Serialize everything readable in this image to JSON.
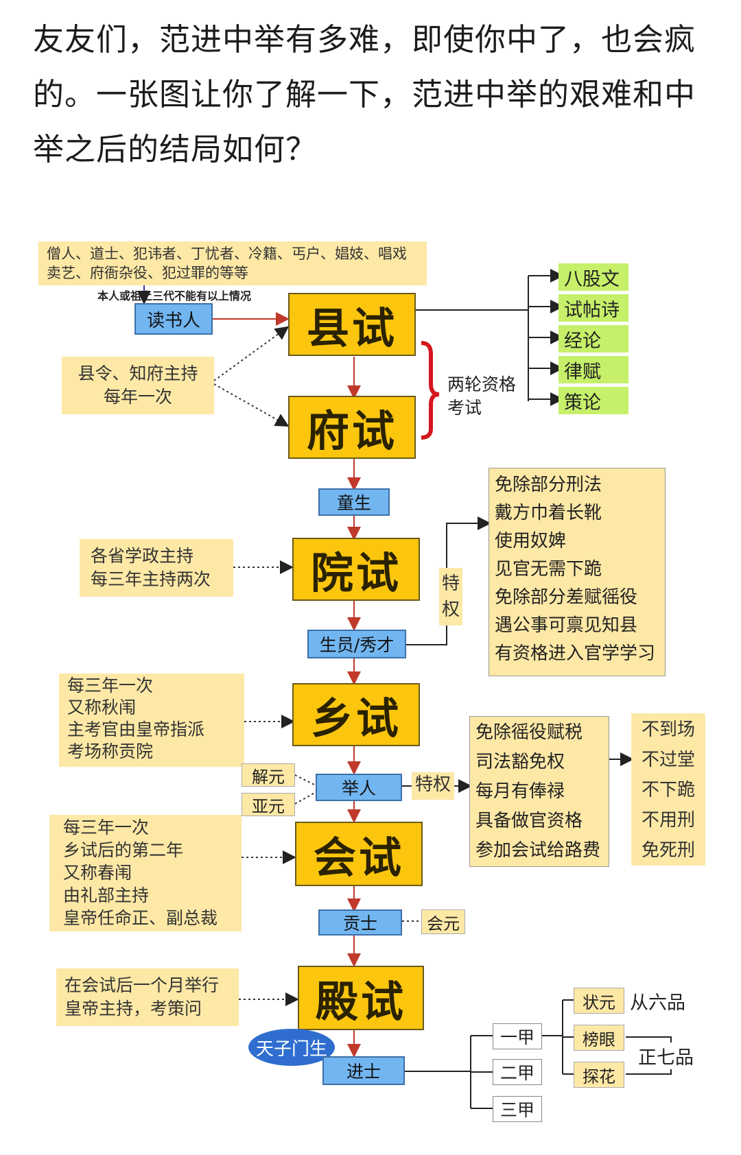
{
  "intro_text": "友友们，范进中举有多难，即使你中了，也会疯的。一张图让你了解一下，范进中举的艰难和中举之后的结局如何？",
  "diagram": {
    "excluded_note": [
      "僧人、道士、犯讳者、丁忧者、冷籍、丐户、娼妓、唱戏",
      "卖艺、府衙杂役、犯过罪的等等"
    ],
    "excluded_caption": "本人或祖上三代不能有以上情况",
    "scholar": "读书人",
    "county_exam": "县试",
    "prefecture_exam": "府试",
    "county_note": [
      "县令、知府主持",
      "每年一次"
    ],
    "two_rounds": [
      "两轮资格",
      "考试"
    ],
    "subjects": [
      "八股文",
      "试帖诗",
      "经论",
      "律赋",
      "策论"
    ],
    "tongsheng": "童生",
    "academy_exam": "院试",
    "academy_note": [
      "各省学政主持",
      "每三年主持两次"
    ],
    "privilege_vertical": [
      "特",
      "权"
    ],
    "xiucai": "生员/秀才",
    "xiucai_privileges": [
      "免除部分刑法",
      "戴方巾着长靴",
      "使用奴婢",
      "见官无需下跪",
      "免除部分差赋徭役",
      "遇公事可禀见知县",
      "有资格进入官学学习"
    ],
    "provincial_exam": "乡试",
    "provincial_note": [
      "每三年一次",
      "又称秋闱",
      "主考官由皇帝指派",
      "考场称贡院"
    ],
    "jieyuan": "解元",
    "yayuan": "亚元",
    "juren": "举人",
    "privilege_label": "特权",
    "juren_privileges": [
      "免除徭役赋税",
      "司法豁免权",
      "每月有俸禄",
      "具备做官资格",
      "参加会试给路费"
    ],
    "immunity_items": [
      "不到场",
      "不过堂",
      "不下跪",
      "不用刑",
      "免死刑"
    ],
    "metropolitan_exam": "会试",
    "metropolitan_note": [
      "每三年一次",
      "乡试后的第二年",
      "又称春闱",
      "由礼部主持",
      "皇帝任命正、副总裁"
    ],
    "gongshi": "贡士",
    "huiyuan": "会元",
    "palace_exam": "殿试",
    "palace_note": [
      "在会试后一个月举行",
      "皇帝主持，考策问"
    ],
    "tianzi_mensheng": "天子门生",
    "jinshi": "进士",
    "first_class": "一甲",
    "second_class": "二甲",
    "third_class": "三甲",
    "zhuangyuan": "状元",
    "bangyan": "榜眼",
    "tanhua": "探花",
    "rank_from_six": "从六品",
    "rank_seven": "正七品"
  }
}
